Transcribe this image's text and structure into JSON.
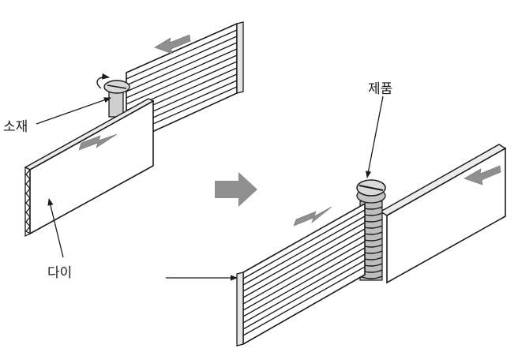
{
  "labels": {
    "blank": "소재",
    "die": "다이",
    "product": "제품"
  },
  "colors": {
    "outline": "#1a1a1a",
    "die_face": "#ffffff",
    "die_side": "#ececec",
    "arrow_fill": "#8f8f8f",
    "screw_fill": "#cfcfcf"
  }
}
